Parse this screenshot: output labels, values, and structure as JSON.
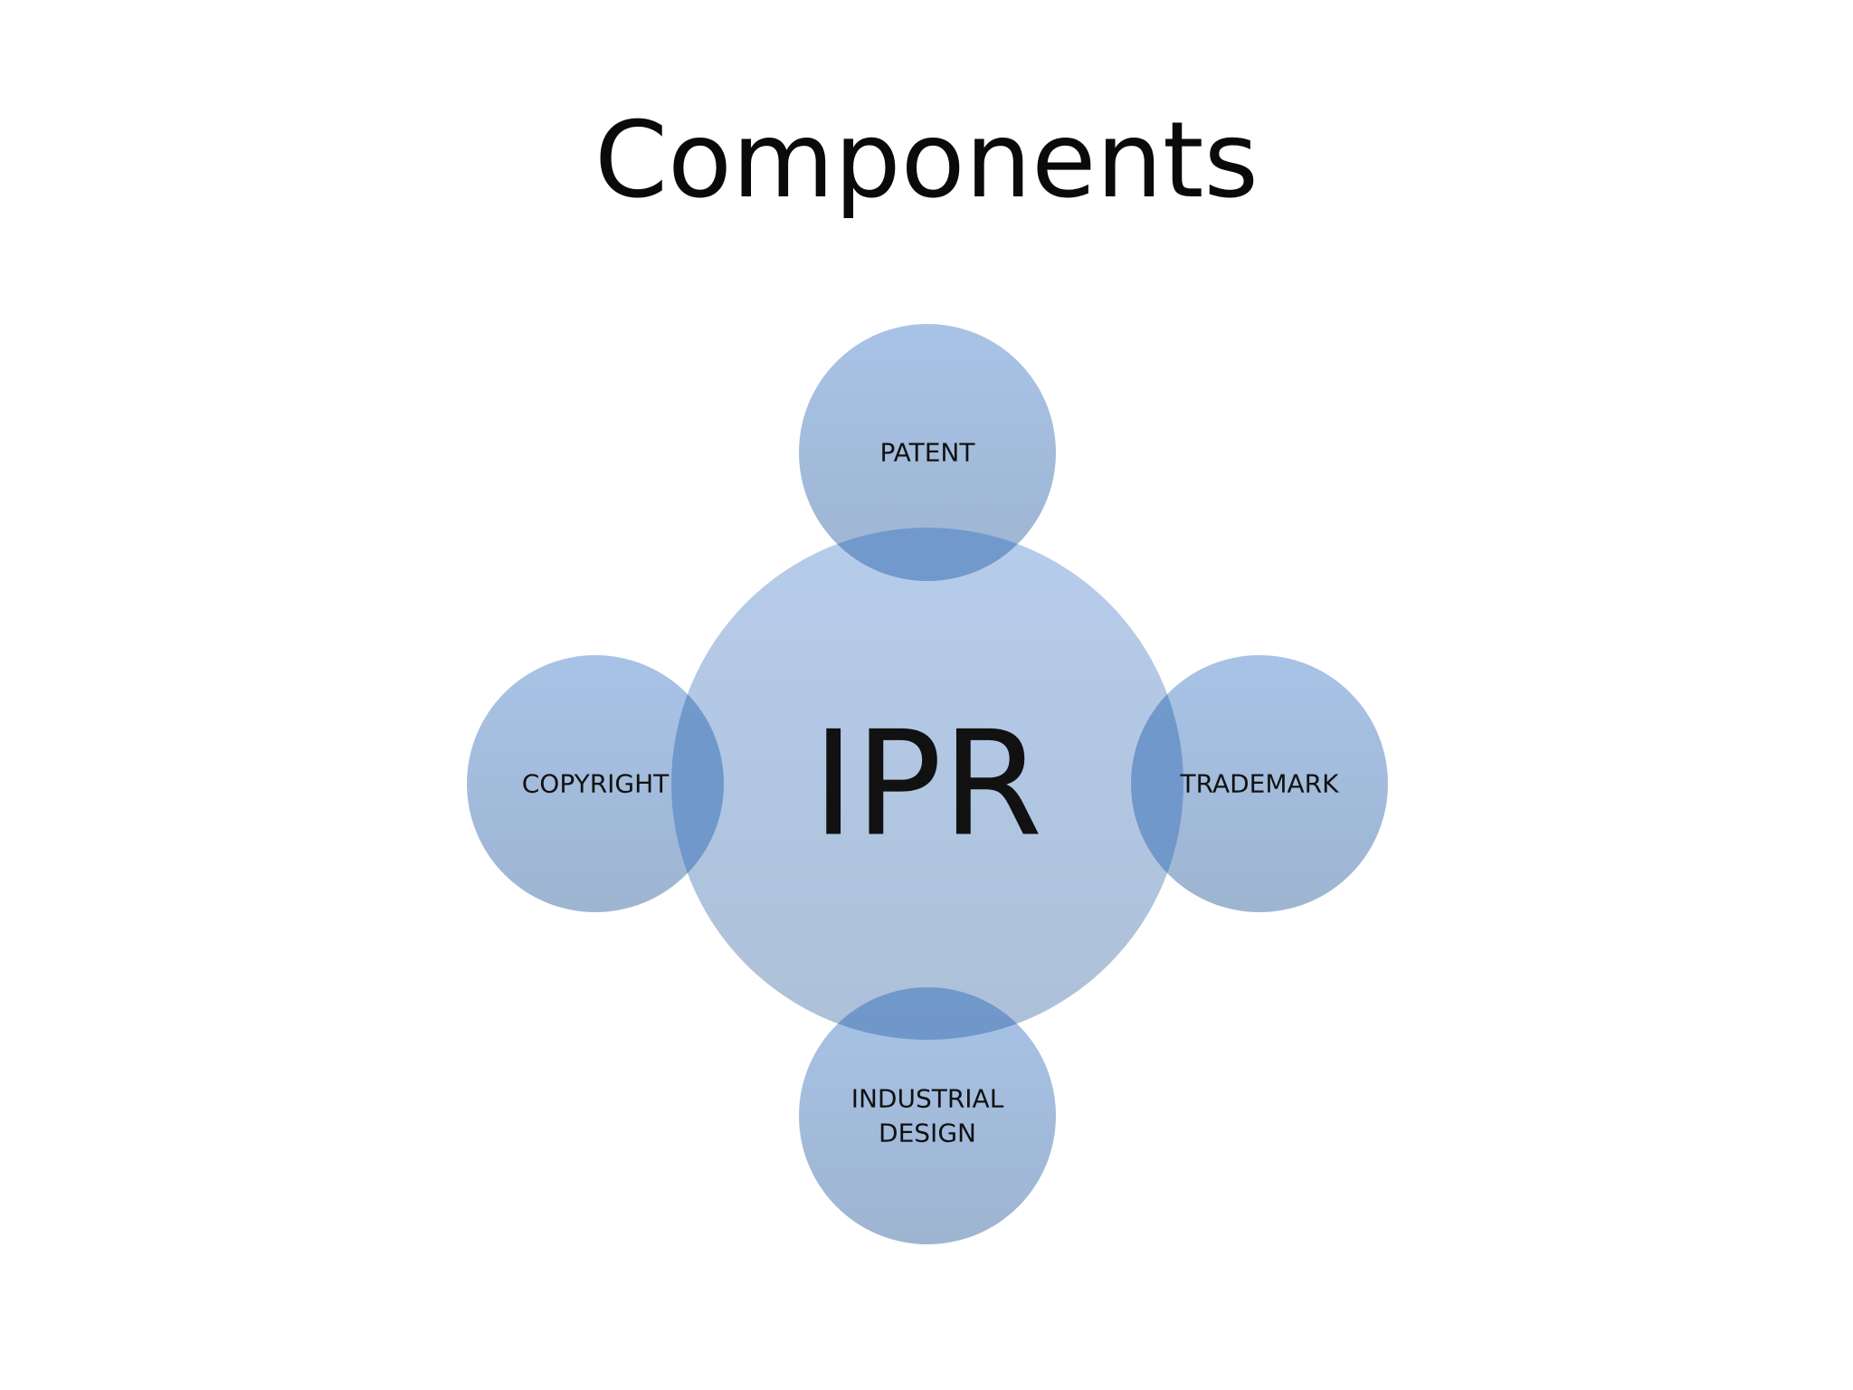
{
  "slide": {
    "title": "Components"
  },
  "diagram": {
    "type": "radial-venn",
    "fill_color": "#99b4d6",
    "overlap_color": "#6990c6",
    "center": {
      "label": "IPR"
    },
    "satellites": [
      {
        "id": "top",
        "lines": [
          "PATENT"
        ]
      },
      {
        "id": "left",
        "lines": [
          "COPYRIGHT"
        ]
      },
      {
        "id": "right",
        "lines": [
          "TRADEMARK"
        ]
      },
      {
        "id": "bottom",
        "lines": [
          "INDUSTRIAL",
          "DESIGN"
        ]
      }
    ]
  }
}
